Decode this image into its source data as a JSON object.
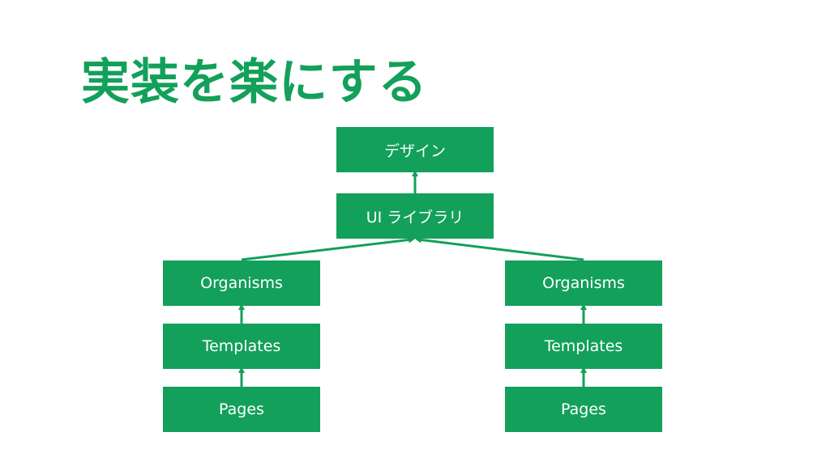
{
  "slide": {
    "title": "実装を楽にする"
  },
  "colors": {
    "accent": "#13a05a",
    "box_text": "#ffffff",
    "background": "#ffffff"
  },
  "diagram": {
    "nodes": {
      "design": "デザイン",
      "ui_library": "UI ライブラリ",
      "left": {
        "organisms": "Organisms",
        "templates": "Templates",
        "pages": "Pages"
      },
      "right": {
        "organisms": "Organisms",
        "templates": "Templates",
        "pages": "Pages"
      }
    }
  }
}
